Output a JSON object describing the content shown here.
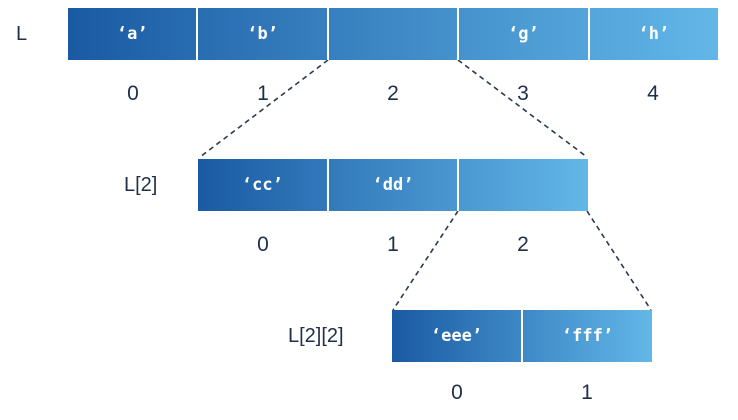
{
  "lists": [
    {
      "label": "L",
      "cells": [
        "‘a’",
        "‘b’",
        "",
        "‘g’",
        "‘h’"
      ],
      "indices": [
        "0",
        "1",
        "2",
        "3",
        "4"
      ]
    },
    {
      "label": "L[2]",
      "cells": [
        "‘cc’",
        "‘dd’",
        ""
      ],
      "indices": [
        "0",
        "1",
        "2"
      ]
    },
    {
      "label": "L[2][2]",
      "cells": [
        "‘eee’",
        "‘fff’"
      ],
      "indices": [
        "0",
        "1"
      ]
    }
  ],
  "colors": {
    "gradient_start": "#1a5aa3",
    "gradient_end": "#62b7e8",
    "divider": "#ffffff",
    "text_dark": "#1f2f4a",
    "connector": "#2c3a4e"
  }
}
